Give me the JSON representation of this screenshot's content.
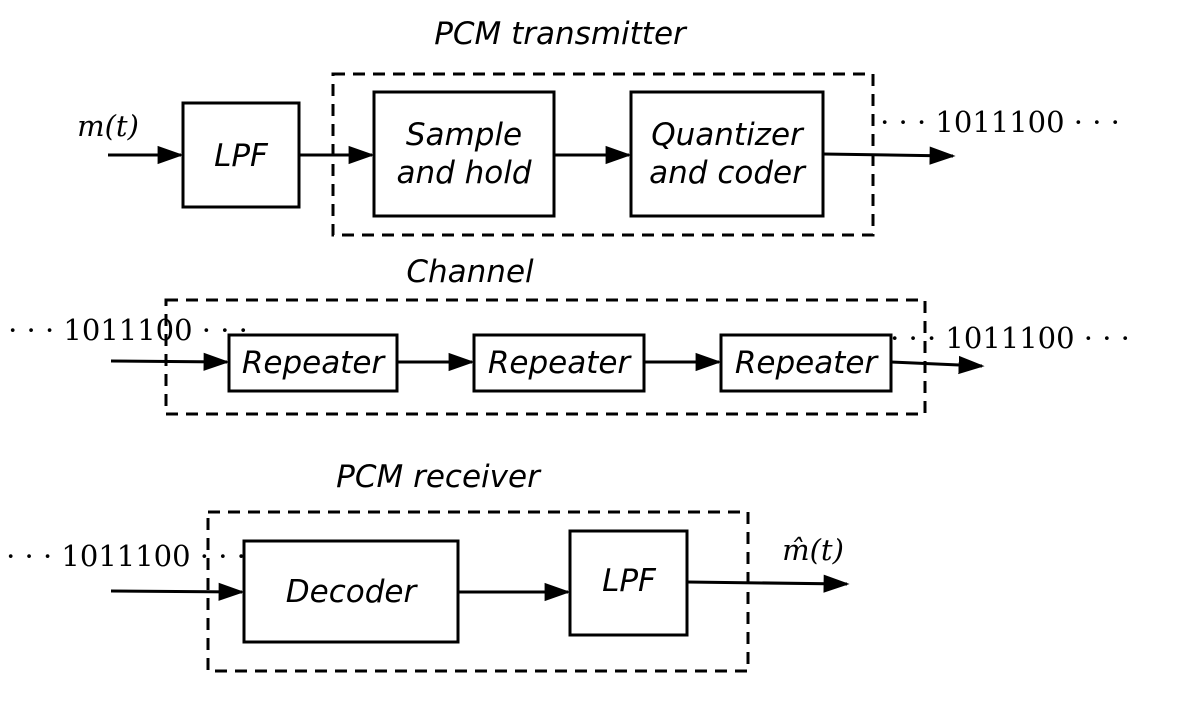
{
  "transmitter": {
    "title": "PCM transmitter",
    "input_label": "m(t)",
    "lpf_label": "LPF",
    "sample_line1": "Sample",
    "sample_line2": "and hold",
    "quant_line1": "Quantizer",
    "quant_line2": "and coder",
    "output_bits": "· · · 1011100 · · ·"
  },
  "channel": {
    "title": "Channel",
    "input_bits": "· · · 1011100 · · ·",
    "repeaters": [
      "Repeater",
      "Repeater",
      "Repeater"
    ],
    "output_bits": "· · · 1011100 · · ·"
  },
  "receiver": {
    "title": "PCM receiver",
    "input_bits": "· · · 1011100 · · ·",
    "decoder_label": "Decoder",
    "lpf_label": "LPF",
    "output_label": "m̂(t)"
  }
}
